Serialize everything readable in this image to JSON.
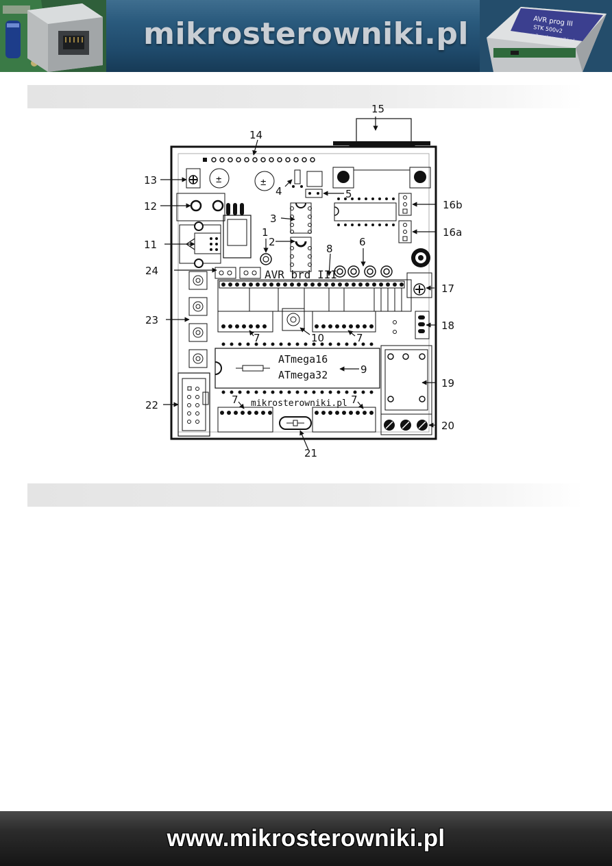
{
  "header": {
    "site_name": "mikrosterowniki.pl",
    "device_label_line1": "AVR prog III",
    "device_label_line2": "STK 500v2",
    "device_label_line3": "mikrosterowniki.pl"
  },
  "board": {
    "silk_title": "AVR brd III",
    "chip_line1": "ATmega16",
    "chip_line2": "ATmega32",
    "bottom_silk": "mikrosterowniki.pl"
  },
  "callouts": {
    "c1": "1",
    "c2": "2",
    "c3": "3",
    "c4": "4",
    "c5": "5",
    "c6": "6",
    "c7a": "7",
    "c7b": "7",
    "c7c": "7",
    "c7d": "7",
    "c8": "8",
    "c9": "9",
    "c10": "10",
    "c11": "11",
    "c12": "12",
    "c13": "13",
    "c14": "14",
    "c15": "15",
    "c16a": "16a",
    "c16b": "16b",
    "c17": "17",
    "c18": "18",
    "c19": "19",
    "c20": "20",
    "c21": "21",
    "c22": "22",
    "c23": "23",
    "c24": "24"
  },
  "footer": {
    "url": "www.mikrosterowniki.pl"
  },
  "colors": {
    "banner": "#2a5a7d",
    "banner_text": "#c9ced4",
    "section_bar": "#e4e4e4",
    "footer": "#1e1e1e"
  },
  "icons": [
    "rj45-connector-photo",
    "avr-programmer-photo"
  ]
}
